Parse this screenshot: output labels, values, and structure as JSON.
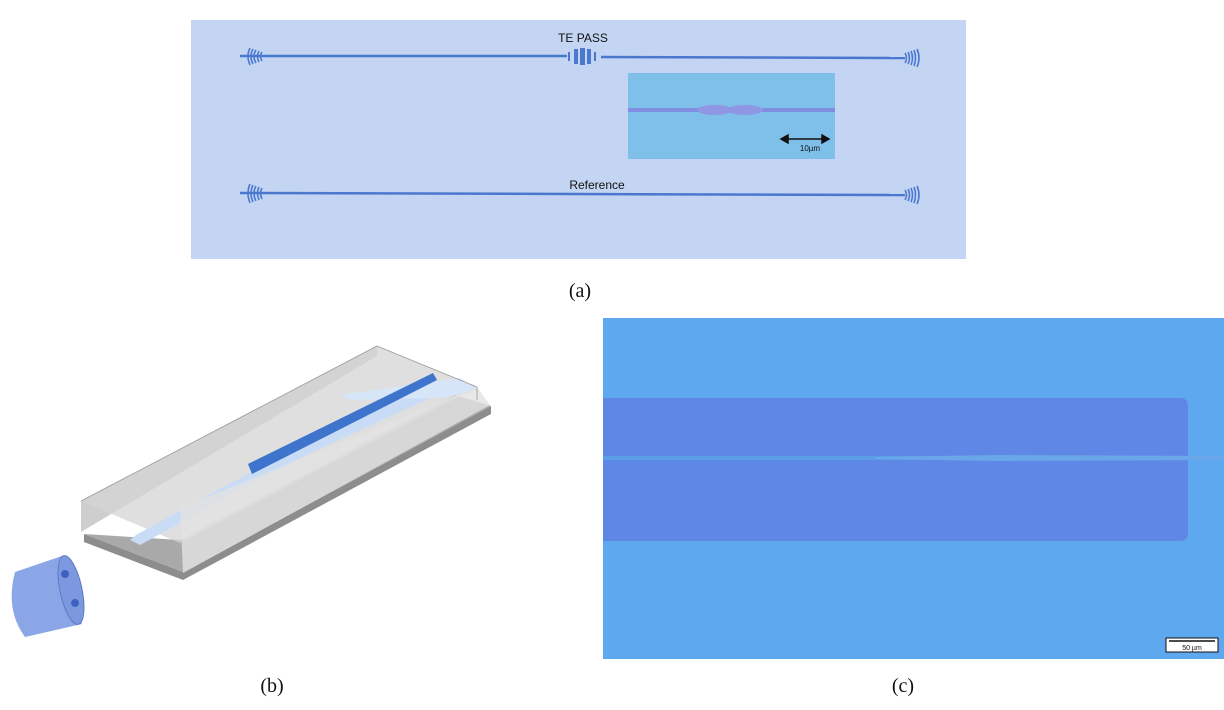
{
  "panel_a": {
    "caption": "(a)",
    "top_device_label": "TE PASS",
    "bottom_device_label": "Reference",
    "inset_scale_label": "10µm",
    "background_color": "#c3d5f2",
    "waveguide_color": "#4a78cf",
    "inset_color": "#7fc0ea"
  },
  "panel_b": {
    "caption": "(b)",
    "waveguide_color": "#3f74cc"
  },
  "panel_c": {
    "caption": "(c)",
    "scale_bar_label": "50 µm",
    "background_color": "#5ea8f0",
    "trench_color": "#5f88e6"
  }
}
